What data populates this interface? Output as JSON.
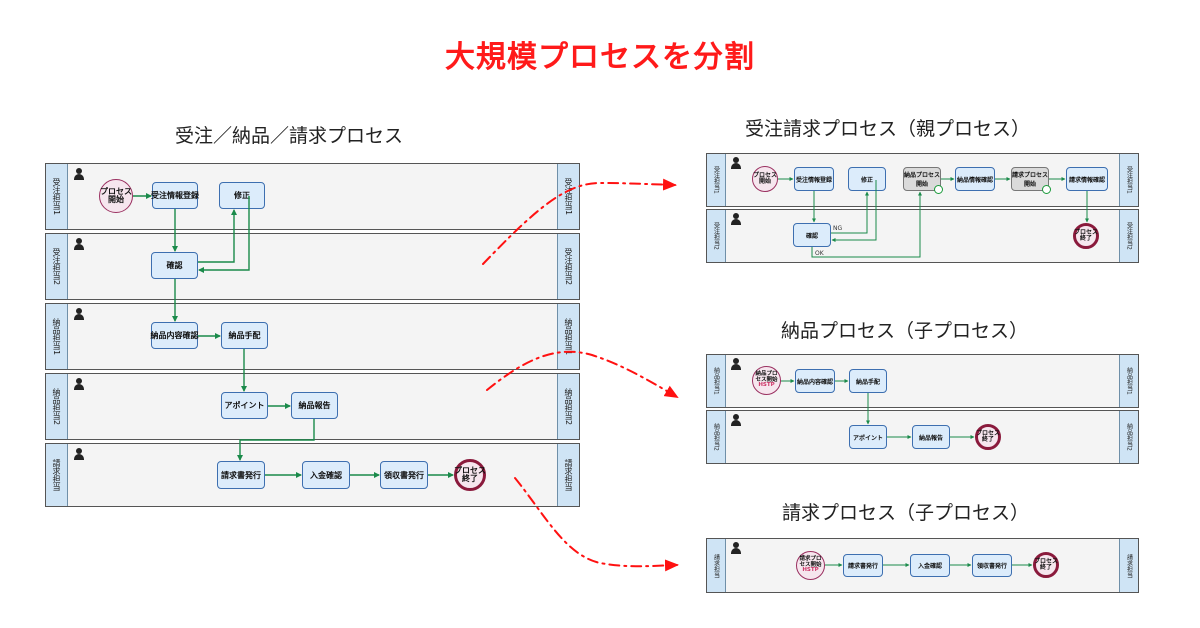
{
  "title": "大規模プロセスを分割",
  "left": {
    "title": "受注／納品／請求プロセス",
    "lanes": [
      "受注担当1",
      "受注担当2",
      "納品担当1",
      "納品担当2",
      "請求担当"
    ],
    "start": "プロセス\n開始",
    "tasks": [
      "受注情報登録",
      "修正",
      "確認",
      "納品内容確認",
      "納品手配",
      "アポイント",
      "納品報告",
      "請求書発行",
      "入金確認",
      "領収書発行"
    ],
    "end": "プロセス\n終了"
  },
  "parent": {
    "title": "受注請求プロセス（親プロセス）",
    "lanes": [
      "受注担当1",
      "受注担当2"
    ],
    "start": "プロセス\n開始",
    "tasks": [
      "受注情報登録",
      "修正",
      "納品プロセス\n開始",
      "納品情報確認",
      "請求プロセス\n開始",
      "請求情報確認",
      "確認"
    ],
    "end": "プロセス\n終了",
    "ng_label": "NG",
    "ok_label": "OK"
  },
  "child1": {
    "title": "納品プロセス（子プロセス）",
    "lanes": [
      "納品担当1",
      "納品担当2"
    ],
    "start": "納品プロ\nセス開始",
    "start_sub": "HSTP",
    "tasks": [
      "納品内容確認",
      "納品手配",
      "アポイント",
      "納品報告"
    ],
    "end": "プロセス\n終了"
  },
  "child2": {
    "title": "請求プロセス（子プロセス）",
    "lanes": [
      "請求担当"
    ],
    "start": "請求プロ\nセス開始",
    "start_sub": "HSTP",
    "tasks": [
      "請求書発行",
      "入金確認",
      "領収書発行"
    ],
    "end": "プロセス\n終了"
  },
  "colors": {
    "title": "#ff1a1a",
    "flow": "#1a8a4a",
    "dashed_arrow": "#ff1111",
    "task_fill": "#dcecfb",
    "lane_label": "#cfe4f5"
  }
}
